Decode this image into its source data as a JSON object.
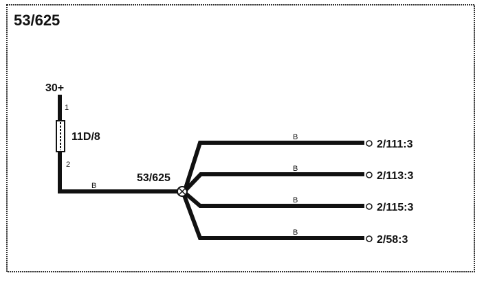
{
  "diagram": {
    "title": "53/625",
    "supply": {
      "label": "30+",
      "pin_top": "1",
      "pin_bottom": "2"
    },
    "fuse": {
      "label": "11D/8"
    },
    "trunk_wire": {
      "color_code": "B"
    },
    "splice": {
      "label": "53/625"
    },
    "branches": [
      {
        "color_code": "B",
        "terminal": "2/111:3"
      },
      {
        "color_code": "B",
        "terminal": "2/113:3"
      },
      {
        "color_code": "B",
        "terminal": "2/115:3"
      },
      {
        "color_code": "B",
        "terminal": "2/58:3"
      }
    ]
  }
}
